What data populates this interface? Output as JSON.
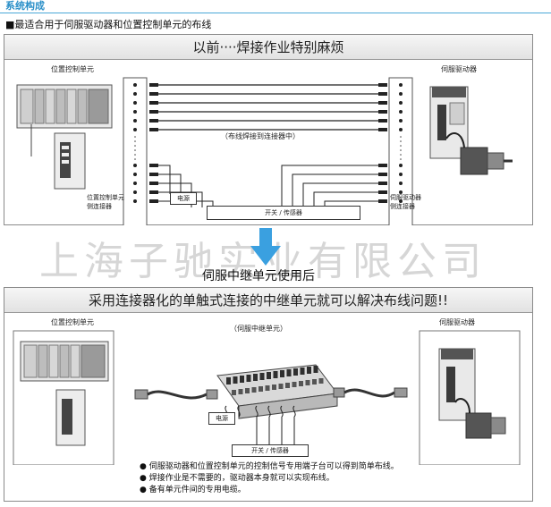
{
  "header": {
    "section_title": "系统构成"
  },
  "subtitle": "■最适合用于伺服驱动器和位置控制单元的布线",
  "panel_before": {
    "title": "以前····焊接作业特别麻烦",
    "left_device_label": "位置控制单元",
    "right_device_label": "伺服驱动器",
    "center_note": "（布线焊接到连接器中）",
    "left_connector_label_1": "位置控制单元",
    "left_connector_label_2": "侧连接器",
    "right_connector_label_1": "伺服驱动器",
    "right_connector_label_2": "侧连接器",
    "power_label": "电源",
    "switch_sensor_label": "开关 / 传感器"
  },
  "watermark": "上海子驰实业有限公司",
  "transition_label": "伺服中继单元使用后",
  "panel_after": {
    "title": "采用连接器化的单触式连接的中继单元就可以解决布线问题!!",
    "left_device_label": "位置控制单元",
    "right_device_label": "伺服驱动器",
    "relay_unit_label": "（伺服中继单元）",
    "power_label": "电源",
    "switch_sensor_label": "开关 / 传感器"
  },
  "bullets": [
    "● 伺服驱动器和位置控制单元的控制信号专用端子台可以得到简单布线。",
    "● 焊接作业是不需要的，驱动器本身就可以实现布线。",
    "● 备有单元件间的专用电缆。"
  ],
  "colors": {
    "accent": "#2a8fc8",
    "arrow": "#3aa0e0"
  }
}
